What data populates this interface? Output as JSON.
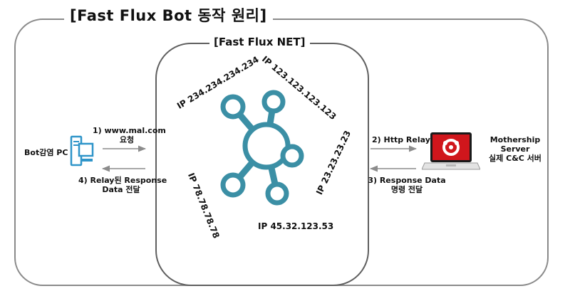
{
  "title": "[Fast Flux Bot 동작 원리]",
  "net": {
    "title": "[Fast Flux NET]",
    "ips": [
      "IP 234.234.234.234",
      "IP 123.123.123.123",
      "IP 23.23.23.23",
      "IP 45.32.123.53",
      "IP 78.78.78.78"
    ]
  },
  "bot": {
    "label": "Bot감염 PC"
  },
  "steps": {
    "s1_line1": "1) www.mal.com",
    "s1_line2": "요청",
    "s4_line1": "4) Relay된 Response",
    "s4_line2": "Data 전달",
    "s2": "2) Http Relay",
    "s3_line1": "3) Response Data",
    "s3_line2": "명령 전달"
  },
  "server": {
    "line1": "Mothership",
    "line2": "Server",
    "line3": "실제 C&C 서버"
  },
  "colors": {
    "node": "#3b8fa5",
    "node_inner": "#ffffff",
    "frame_outer": "#8a8a8a",
    "frame_net": "#5f5f5f",
    "pc": "#2f95c9",
    "laptop_screen": "#d0161c",
    "arrow": "#8c8c8c"
  }
}
